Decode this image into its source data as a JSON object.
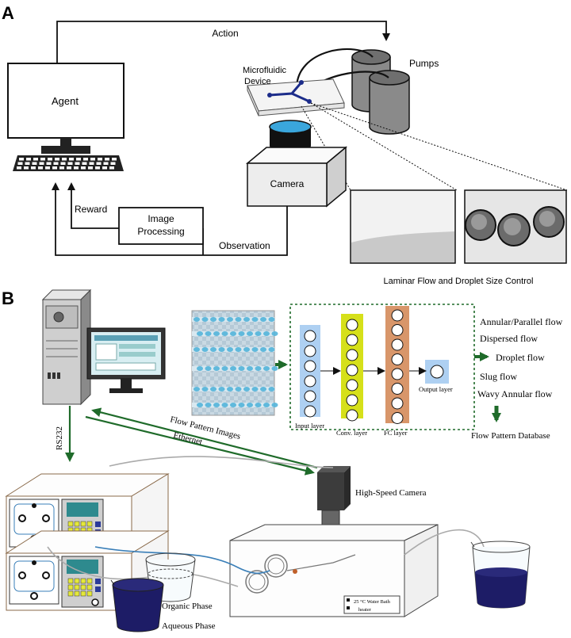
{
  "panel_a": {
    "letter": "A",
    "agent": "Agent",
    "action": "Action",
    "pumps": "Pumps",
    "device_line1": "Microfluidic",
    "device_line2": "Device",
    "camera": "Camera",
    "reward": "Reward",
    "image_proc_line1": "Image",
    "image_proc_line2": "Processing",
    "observation": "Observation",
    "caption": "Laminar Flow and Droplet Size Control"
  },
  "panel_b": {
    "letter": "B",
    "rs232": "RS232",
    "flow_pattern_images": "Flow Pattern Images",
    "ethernet": "Ethernet",
    "input_layer": "Input layer",
    "conv_layer": "Conv. layer",
    "fc_layer": "FC layer",
    "output_layer": "Output layer",
    "flow_types": [
      "Annular/Parallel flow",
      "Dispersed flow",
      "Droplet flow",
      "Slug flow",
      "Wavy Annular flow"
    ],
    "database": "Flow Pattern Database",
    "high_speed_camera": "High-Speed Camera",
    "organic_phase": "Organic Phase",
    "aqueous_phase": "Aqueous Phase",
    "bath_line1": "25 °C Water Bath",
    "bath_line2": "heater"
  },
  "colors": {
    "arrow_green": "#1f6b2a",
    "droplet_blue": "#1c2c8a",
    "input_layer": "#aed0f2",
    "conv_layer": "#d6e01a",
    "fc_layer": "#d8966a",
    "aqueous": "#1d1c66"
  }
}
